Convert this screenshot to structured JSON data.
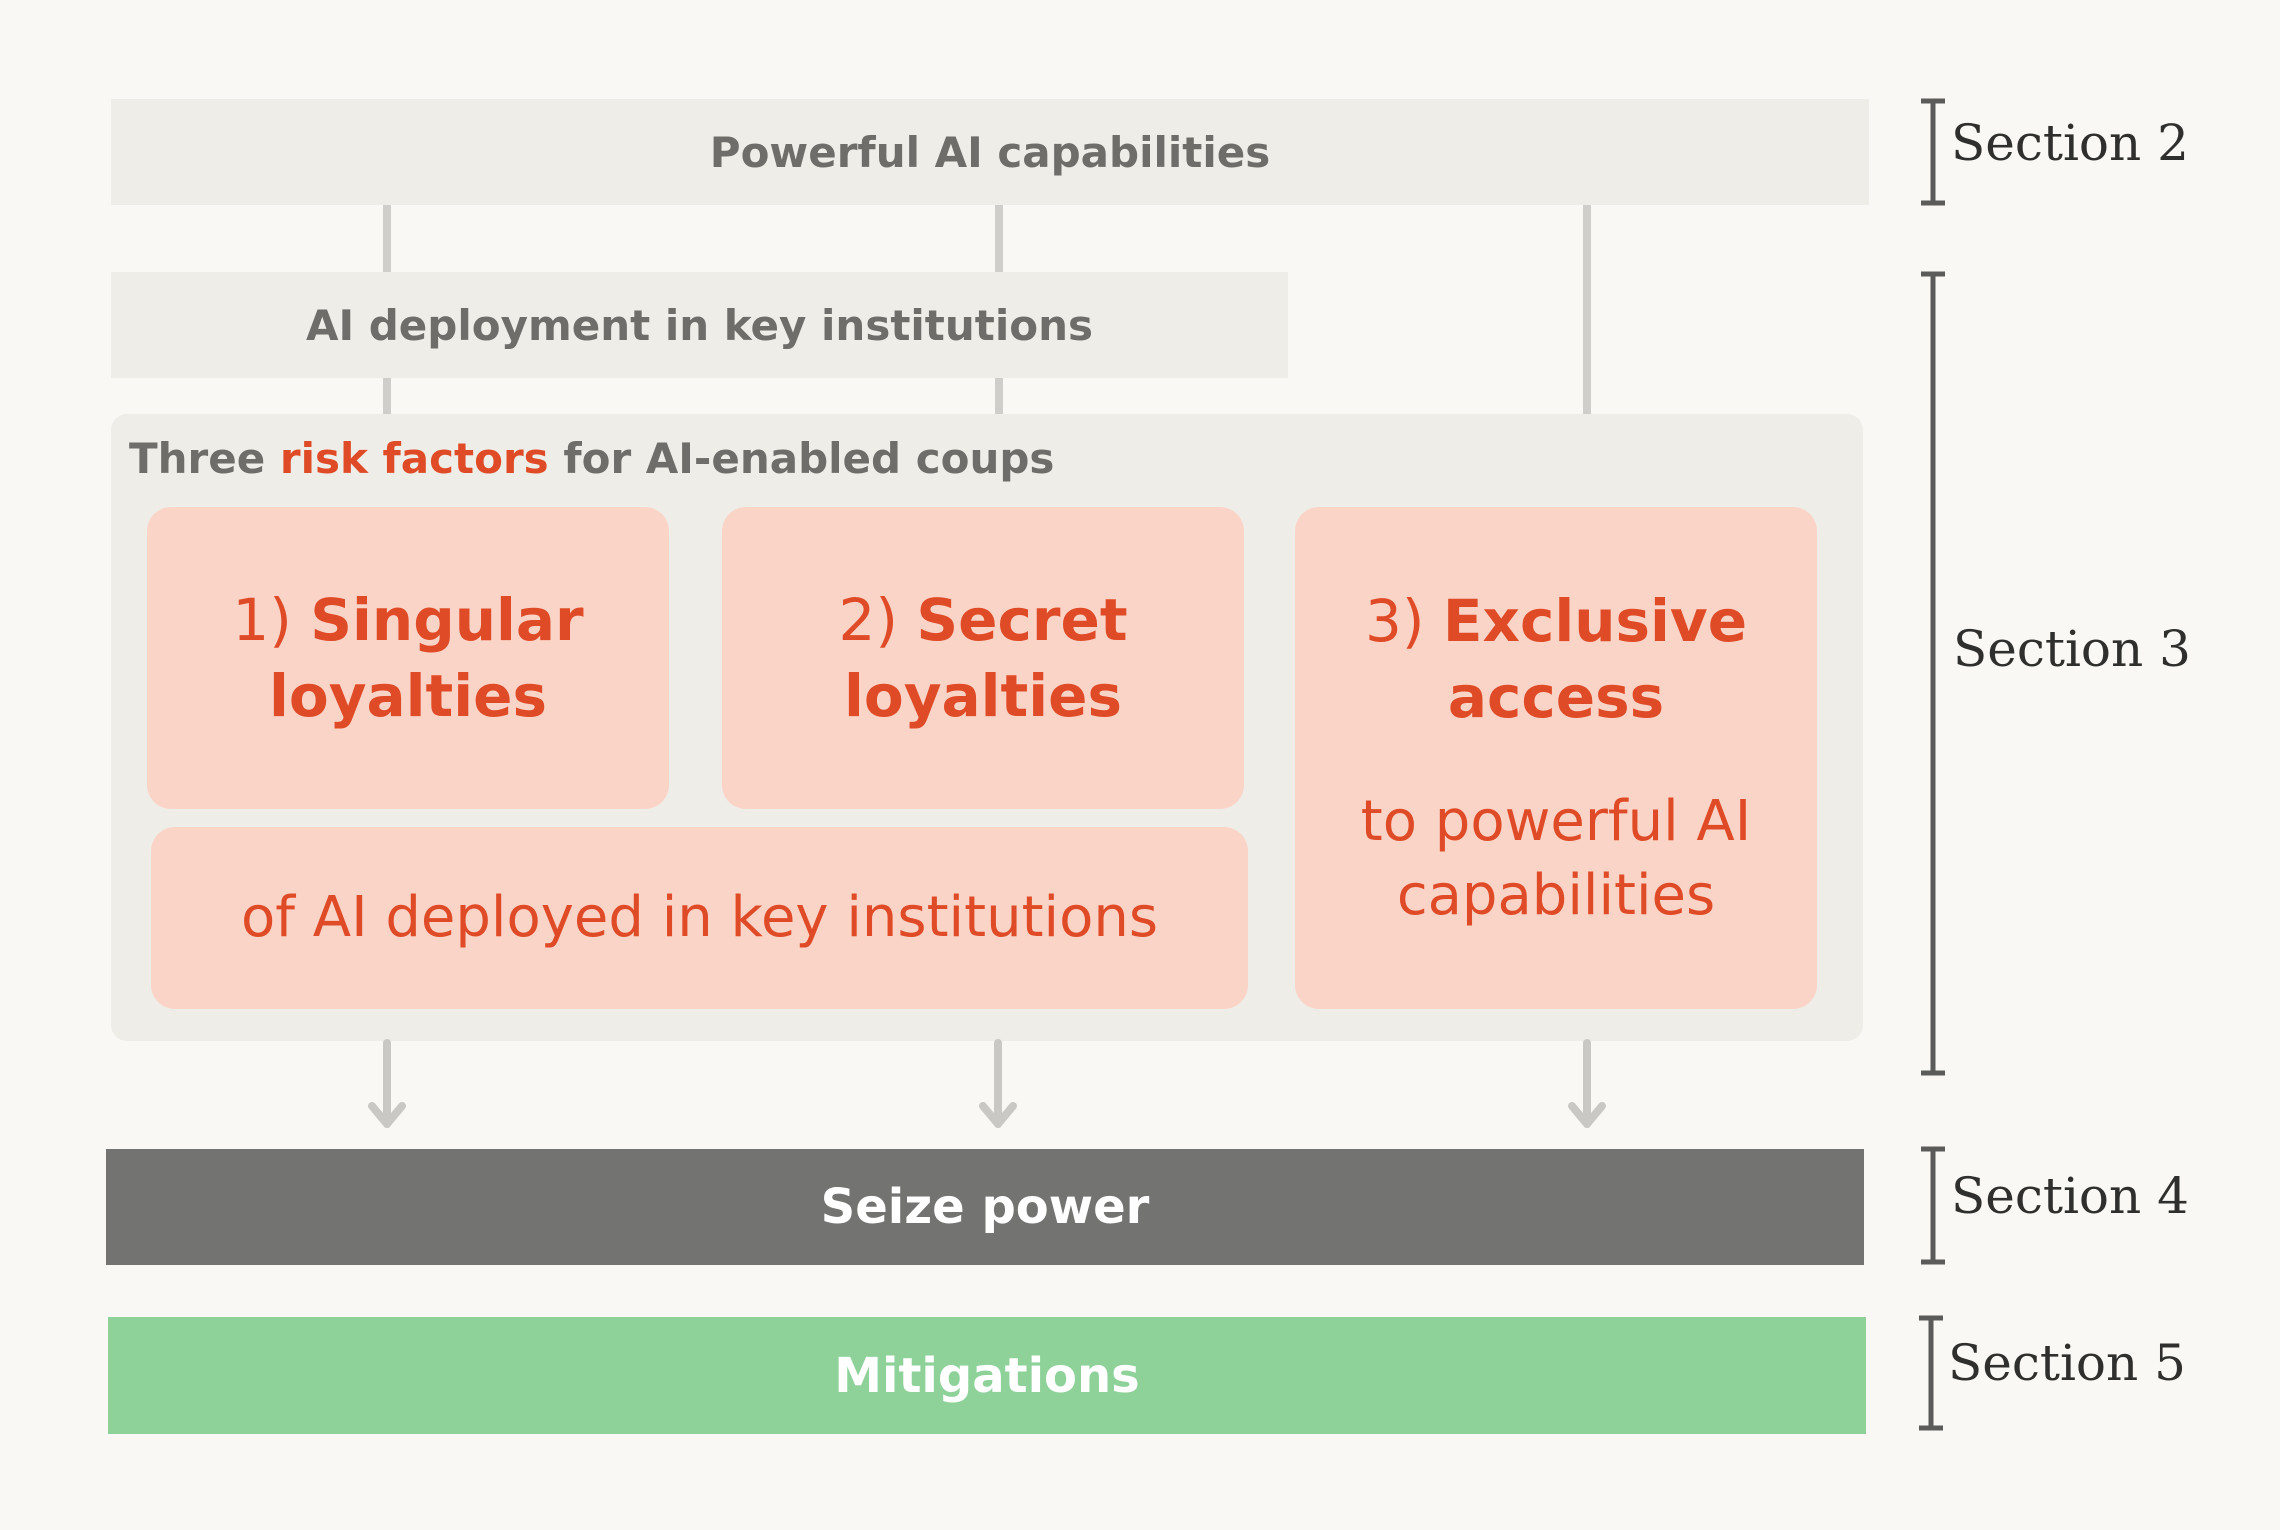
{
  "top_bar": {
    "label": "Powerful AI capabilities"
  },
  "deploy_bar": {
    "label": "AI deployment in key institutions"
  },
  "risk_container": {
    "title_pre": "Three",
    "title_accent": "risk factors",
    "title_post": "for AI-enabled coups"
  },
  "cards": [
    {
      "number": "1)",
      "title_line1": "Singular",
      "title_line2": "loyalties"
    },
    {
      "number": "2)",
      "title_line1": "Secret",
      "title_line2": "loyalties"
    },
    {
      "number": "3)",
      "title_line1": "Exclusive",
      "title_line2": "access",
      "sub_line1": "to powerful AI",
      "sub_line2": "capabilities"
    }
  ],
  "shared_card": {
    "label": "of AI deployed in key institutions"
  },
  "seize_bar": {
    "label": "Seize power"
  },
  "mitigations_bar": {
    "label": "Mitigations"
  },
  "sections": [
    "Section 2",
    "Section 3",
    "Section 4",
    "Section 5"
  ],
  "colors": {
    "accent": "#df4b26",
    "card_fill": "#fbd4c8",
    "panel_fill": "#efede8",
    "seize_fill": "#737372",
    "mitigations_fill": "#8ed29a"
  }
}
